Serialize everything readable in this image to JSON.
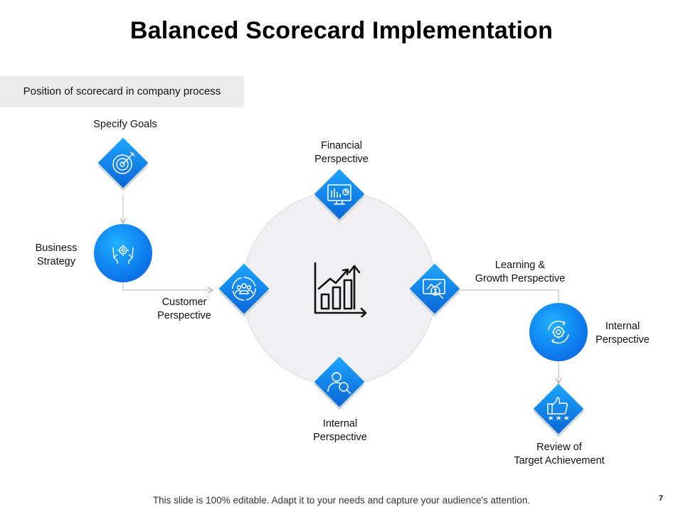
{
  "title": "Balanced Scorecard Implementation",
  "subtitle": "Position of scorecard in company process",
  "nodes": {
    "specify_goals": "Specify Goals",
    "business_strategy": [
      "Business",
      "Strategy"
    ],
    "customer_perspective": [
      "Customer",
      "Perspective"
    ],
    "financial_perspective": [
      "Financial",
      "Perspective"
    ],
    "learning_growth": [
      "Learning &",
      "Growth Perspective"
    ],
    "internal_perspective_bottom": [
      "Internal",
      "Perspective"
    ],
    "internal_perspective_right": [
      "Internal",
      "Perspective"
    ],
    "review": [
      "Review of",
      "Target Achievement"
    ]
  },
  "icons": {
    "specify_goals": "target-icon",
    "business_strategy": "hands-gear-icon",
    "customer_perspective": "group-icon",
    "financial_perspective": "monitor-chart-icon",
    "learning_growth": "money-search-icon",
    "internal_bottom": "person-search-icon",
    "internal_right": "gear-cycle-icon",
    "review": "thumbs-up-stars-icon",
    "center": "growth-chart-icon"
  },
  "colors": {
    "accent": "#1ea6ff",
    "accent_dark": "#0a66d6",
    "hub": "#f0f0f2"
  },
  "footer": "This slide is 100% editable. Adapt it to your needs and capture your audience's attention.",
  "page_number": "7"
}
